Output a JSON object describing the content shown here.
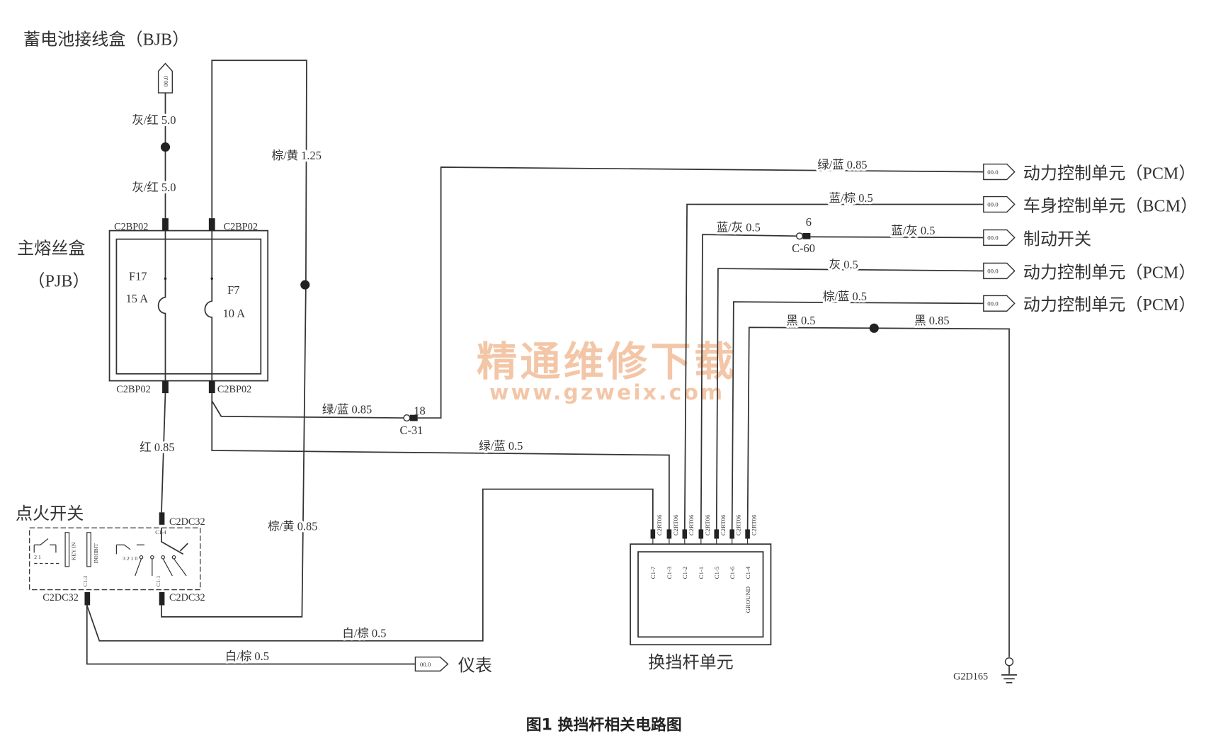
{
  "bjb": {
    "title": "蓄电池接线盒（BJB）"
  },
  "connector_tag": "00.0",
  "pjb": {
    "name": "主熔丝盒",
    "abbr": "（PJB）",
    "connector": "C2BP02",
    "fuses": [
      {
        "id": "F17",
        "rating": "15 A"
      },
      {
        "id": "F7",
        "rating": "10 A"
      }
    ]
  },
  "ignition": {
    "name": "点火开关",
    "connector": "C2DC32",
    "internal": {
      "key_in": "KEY IN",
      "inhibit": "INHIBIT",
      "positions": "3 2 1 0",
      "left_contacts": "2 1",
      "pin_top": "C1-4",
      "pin_left": "C1-3",
      "pin_right": "C1-1"
    }
  },
  "wires": {
    "bjb_upper": "灰/红 5.0",
    "bjb_lower": "灰/红 5.0",
    "feed_brown_yellow": "棕/黄 1.25",
    "ign_red": "红 0.85",
    "ign_brown_yellow": "棕/黄 0.85",
    "c31_in": "绿/蓝 0.85",
    "c31_out": "绿/蓝 0.85",
    "shift_green_blue": "绿/蓝 0.5",
    "bcm_blue_brown": "蓝/棕 0.5",
    "brake_in": "蓝/灰 0.5",
    "brake_out": "蓝/灰 0.5",
    "pcm_grey": "灰 0.5",
    "pcm_brown_blue": "棕/蓝 0.5",
    "ground_a": "黑 0.5",
    "ground_b": "黑 0.85",
    "shift_white_brown": "白/棕 0.5",
    "instrument_white_brown": "白/棕 0.5"
  },
  "inline_connectors": {
    "c31": {
      "pin": "18",
      "name": "C-31"
    },
    "c60": {
      "pin": "6",
      "name": "C-60"
    }
  },
  "destinations": [
    "动力控制单元（PCM）",
    "车身控制单元（BCM）",
    "制动开关",
    "动力控制单元（PCM）",
    "动力控制单元（PCM）"
  ],
  "instrument": "仪表",
  "shift_unit": {
    "name": "换挡杆单元",
    "connector": "C2RT06",
    "pins": [
      "C1-7",
      "C1-3",
      "C1-2",
      "C1-1",
      "C1-5",
      "C1-6",
      "C1-4"
    ],
    "ground_pin": "GROUND"
  },
  "ground_point": "G2D165",
  "watermark": {
    "text": "精通维修下载",
    "url": "www.gzweix.com"
  },
  "caption": "图1 换挡杆相关电路图",
  "colors": {
    "line": "#333333",
    "watermark": "#f0b48a"
  }
}
